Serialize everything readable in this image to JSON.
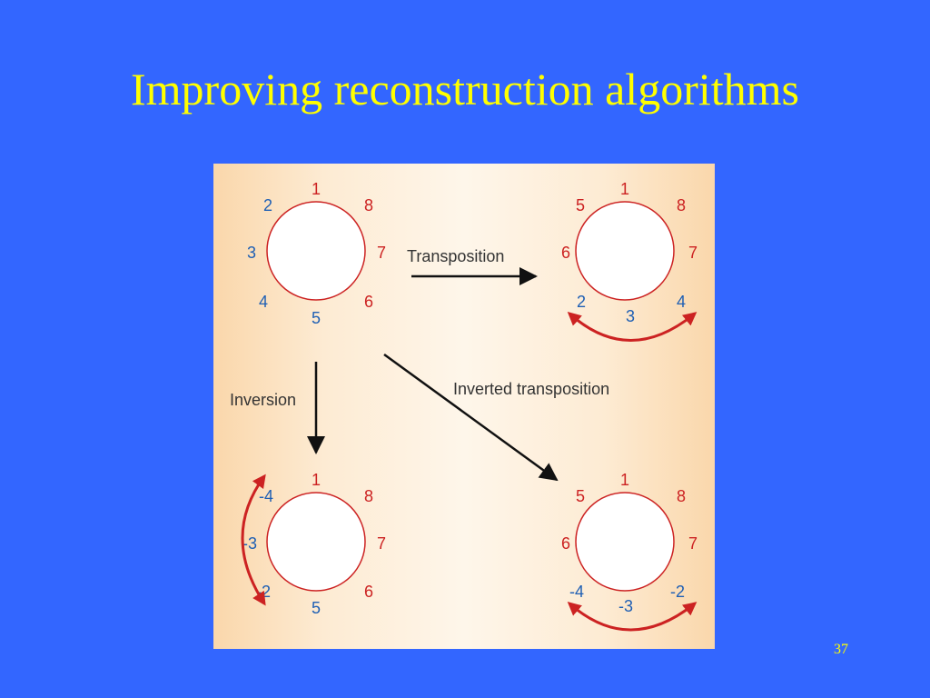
{
  "slide": {
    "title": "Improving reconstruction algorithms",
    "page_number": "37"
  },
  "colors": {
    "background": "#3366FF",
    "title": "#FFFF00",
    "circle_stroke": "#CC2222",
    "red_label": "#CC2222",
    "blue_label": "#1E5FB4",
    "arrow": "#111111"
  },
  "diagram": {
    "arrows": {
      "transposition": "Transposition",
      "inversion": "Inversion",
      "inverted_transposition": "Inverted transposition"
    },
    "genomes": {
      "original": {
        "top": "1",
        "top_right": "8",
        "right": "7",
        "bottom_right": "6",
        "bottom": "5",
        "bottom_left": "4",
        "left": "3",
        "top_left": "2"
      },
      "transposed": {
        "top": "1",
        "top_right": "8",
        "right": "7",
        "bottom_right": "4",
        "bottom": "3",
        "bottom_left": "2",
        "left": "6",
        "top_left": "5"
      },
      "inverted": {
        "top": "1",
        "top_right": "8",
        "right": "7",
        "bottom_right": "6",
        "bottom": "5",
        "bottom_left": "-2",
        "left": "-3",
        "top_left": "-4"
      },
      "inverted_transposed": {
        "top": "1",
        "top_right": "8",
        "right": "7",
        "bottom_right": "-2",
        "bottom": "-3",
        "bottom_left": "-4",
        "left": "6",
        "top_left": "5"
      }
    }
  }
}
